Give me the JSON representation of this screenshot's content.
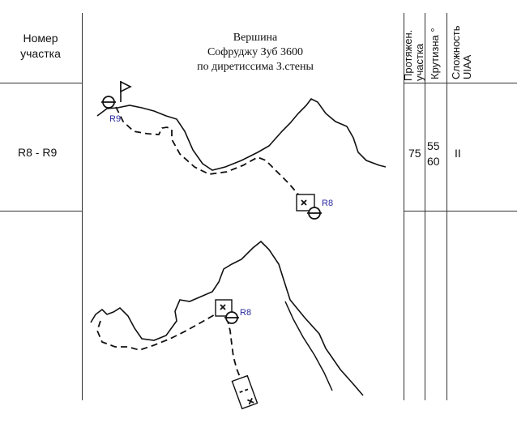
{
  "header": {
    "section_label": [
      "Номер",
      "участка"
    ],
    "title_lines": [
      "Вершина",
      "Софруджу Зуб 3600",
      "по диретиссима З.стены"
    ],
    "col_length": [
      "Протяжен.",
      "участка"
    ],
    "col_steepness": "Крутизна °",
    "col_difficulty": [
      "Сложность",
      "UIAA"
    ]
  },
  "row": {
    "section": "R8 - R9",
    "length": "75",
    "steepness_values": [
      "55",
      "60"
    ],
    "difficulty": "II"
  },
  "diagram_labels": {
    "top_start": "R9",
    "top_end": "R8",
    "bottom_point": "R8"
  },
  "colors": {
    "line": "#111111",
    "grid": "#333333",
    "label": "#2a2aa0"
  }
}
